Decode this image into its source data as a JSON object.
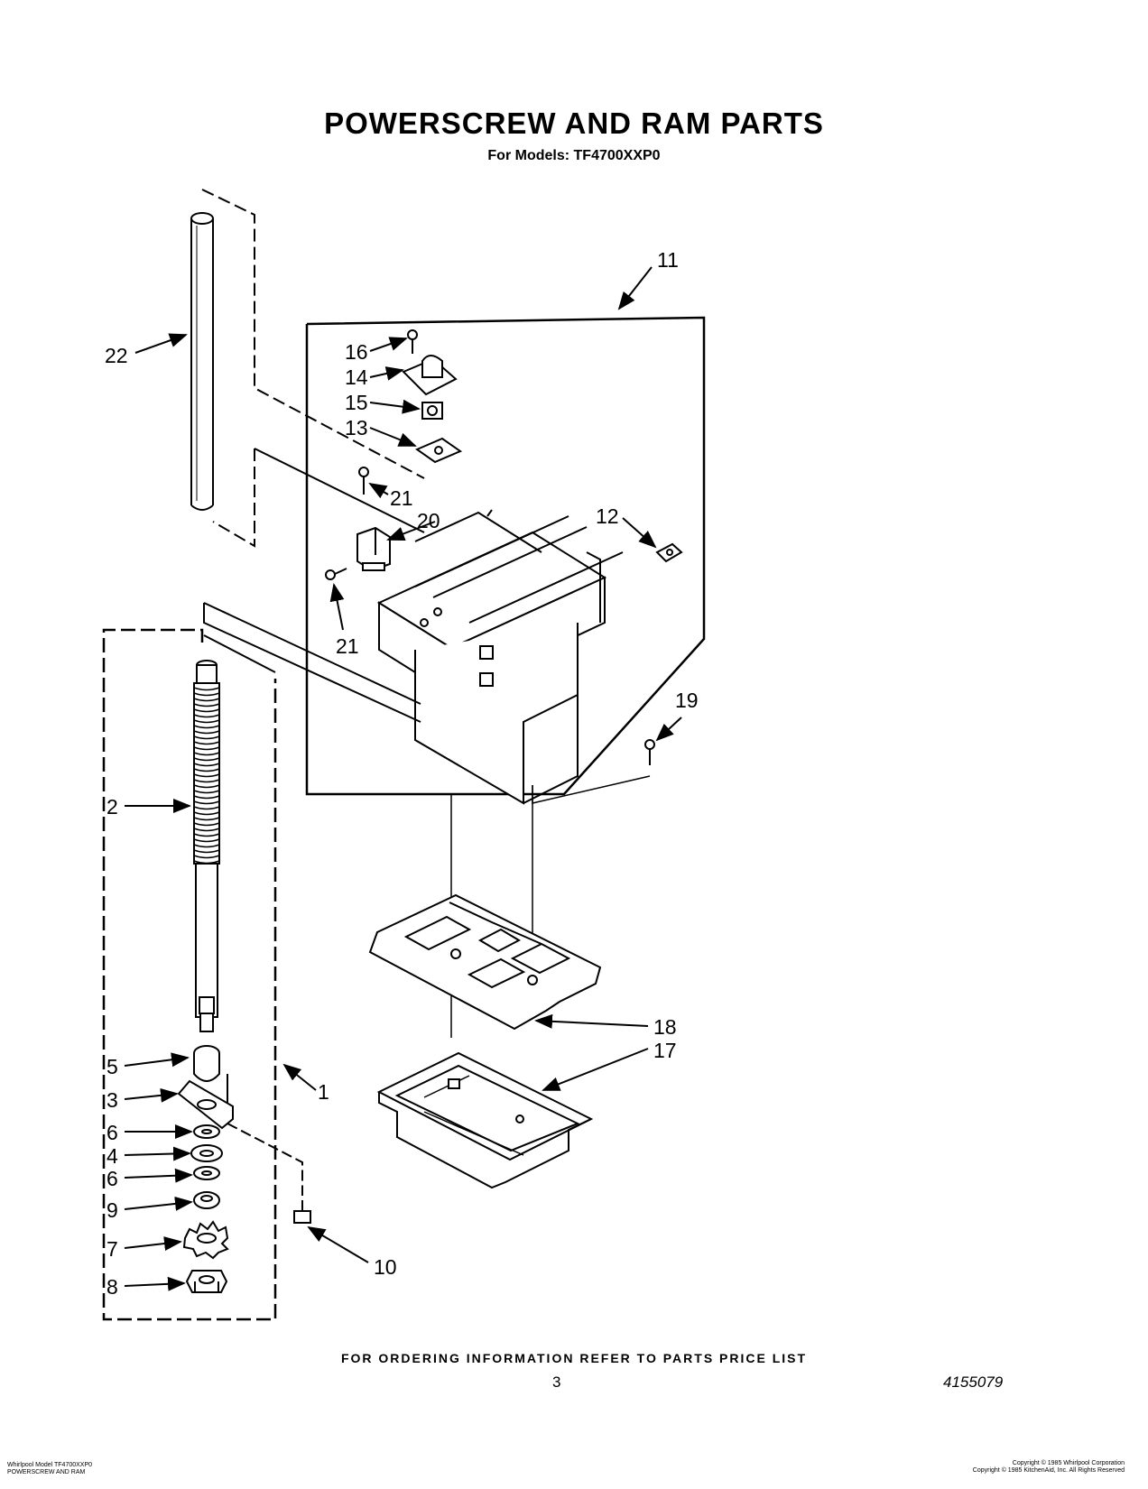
{
  "title": "POWERSCREW AND RAM PARTS",
  "subtitle": "For Models: TF4700XXP0",
  "footer_note": "FOR ORDERING INFORMATION REFER TO PARTS PRICE LIST",
  "page_number": "3",
  "document_number": "4155079",
  "small_print_left": [
    "Whirlpool Model TF4700XXP0",
    "POWERSCREW AND RAM"
  ],
  "small_print_right": [
    "Copyright © 1985 Whirlpool Corporation",
    "Copyright © 1985 KitchenAid, Inc.  All Rights Reserved"
  ],
  "callouts": {
    "c1": "1",
    "c2": "2",
    "c3": "3",
    "c4": "4",
    "c5": "5",
    "c6a": "6",
    "c6b": "6",
    "c7": "7",
    "c8": "8",
    "c9": "9",
    "c10": "10",
    "c11": "11",
    "c12": "12",
    "c13": "13",
    "c14": "14",
    "c15": "15",
    "c16": "16",
    "c17": "17",
    "c18": "18",
    "c19": "19",
    "c20": "20",
    "c21a": "21",
    "c21b": "21",
    "c22": "22"
  }
}
